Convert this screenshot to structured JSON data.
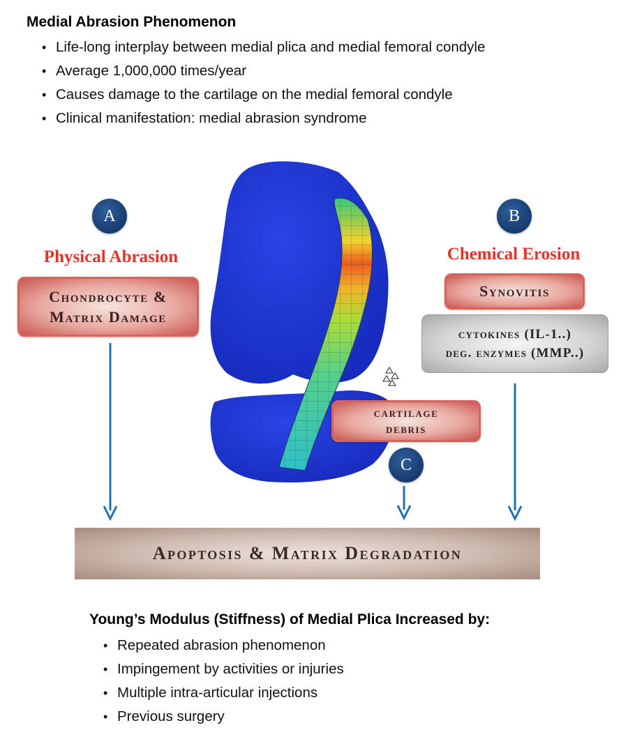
{
  "top": {
    "title": "Medial Abrasion Phenomenon",
    "bullets": [
      "Life-long interplay between medial plica and medial femoral condyle",
      "Average 1,000,000 times/year",
      "Causes damage to the cartilage on the medial femoral condyle",
      "Clinical manifestation: medial abrasion syndrome"
    ]
  },
  "diagram": {
    "circle_a": "A",
    "circle_b": "B",
    "circle_c": "C",
    "physical_label": "Physical Abrasion",
    "chemical_label": "Chemical Erosion",
    "chondrocyte_line1": "Chondrocyte &",
    "chondrocyte_line2": "Matrix Damage",
    "synovitis": "Synovitis",
    "cytokines_line1": "cytokines (IL-1..)",
    "cytokines_line2": "deg. enzymes (MMP..)",
    "cartilage_line1": "cartilage",
    "cartilage_line2": "debris",
    "outcome": "Apoptosis & Matrix Degradation",
    "colors": {
      "accent_red": "#e8312a",
      "circle_blue": "#1c4278",
      "arrow_blue": "#1f6fb8",
      "bone_blue": "#1b33d6"
    }
  },
  "bottom": {
    "title": "Young’s Modulus (Stiffness) of Medial Plica Increased by:",
    "bullets": [
      "Repeated abrasion phenomenon",
      "Impingement by activities or injuries",
      "Multiple intra-articular injections",
      "Previous surgery"
    ]
  }
}
